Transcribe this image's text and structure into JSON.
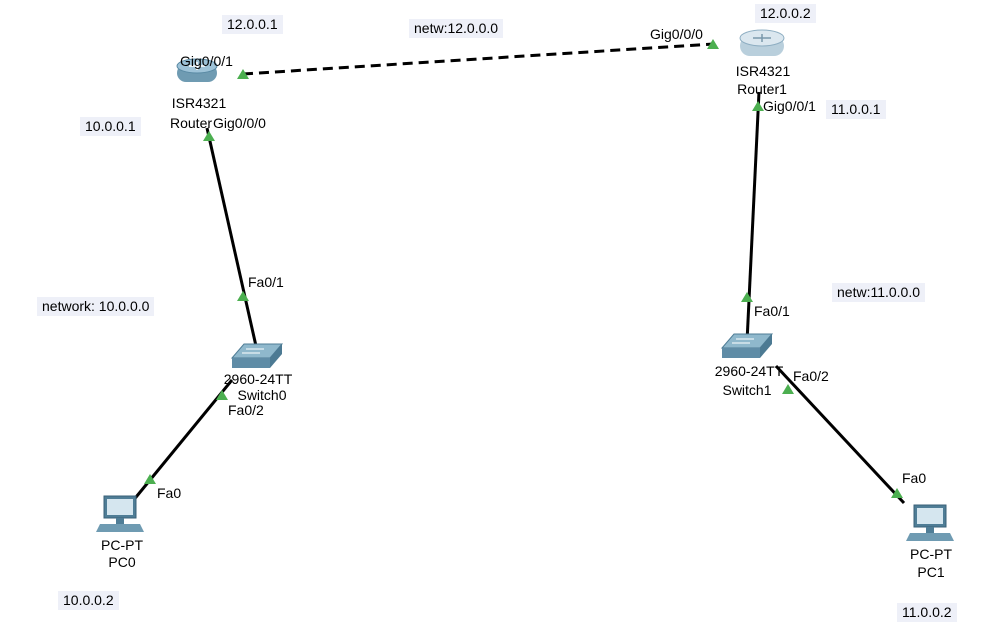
{
  "notes": {
    "r0_ip_top": "12.0.0.1",
    "net_top": "netw:12.0.0.0",
    "r1_ip_top": "12.0.0.2",
    "r0_ip_left": "10.0.0.1",
    "r1_ip_right": "11.0.0.1",
    "net_left": "network: 10.0.0.0",
    "net_right": "netw:11.0.0.0",
    "pc0_ip": "10.0.0.2",
    "pc1_ip": "11.0.0.2"
  },
  "devices": {
    "router0": {
      "model": "ISR4321",
      "name": "Router0"
    },
    "router1": {
      "model": "ISR4321",
      "name": "Router1"
    },
    "switch0": {
      "model": "2960-24TT",
      "name": "Switch0"
    },
    "switch1": {
      "model": "2960-24TT",
      "name": "Switch1"
    },
    "pc0": {
      "model": "PC-PT",
      "name": "PC0"
    },
    "pc1": {
      "model": "PC-PT",
      "name": "PC1"
    }
  },
  "ports": {
    "r0_g001": "Gig0/0/1",
    "r0_g000": "Gig0/0/0",
    "r1_g000": "Gig0/0/0",
    "r1_g001": "Gig0/0/1",
    "sw0_fa01": "Fa0/1",
    "sw0_fa02": "Fa0/2",
    "sw1_fa01": "Fa0/1",
    "sw1_fa02": "Fa0/2",
    "pc0_fa0": "Fa0",
    "pc1_fa0": "Fa0"
  },
  "colors": {
    "link": "#000000",
    "link_up_marker": "#4caf50",
    "note_bg": "#eef0f8",
    "router_body": "#9ec3d8",
    "switch_body": "#6f9bb2"
  }
}
